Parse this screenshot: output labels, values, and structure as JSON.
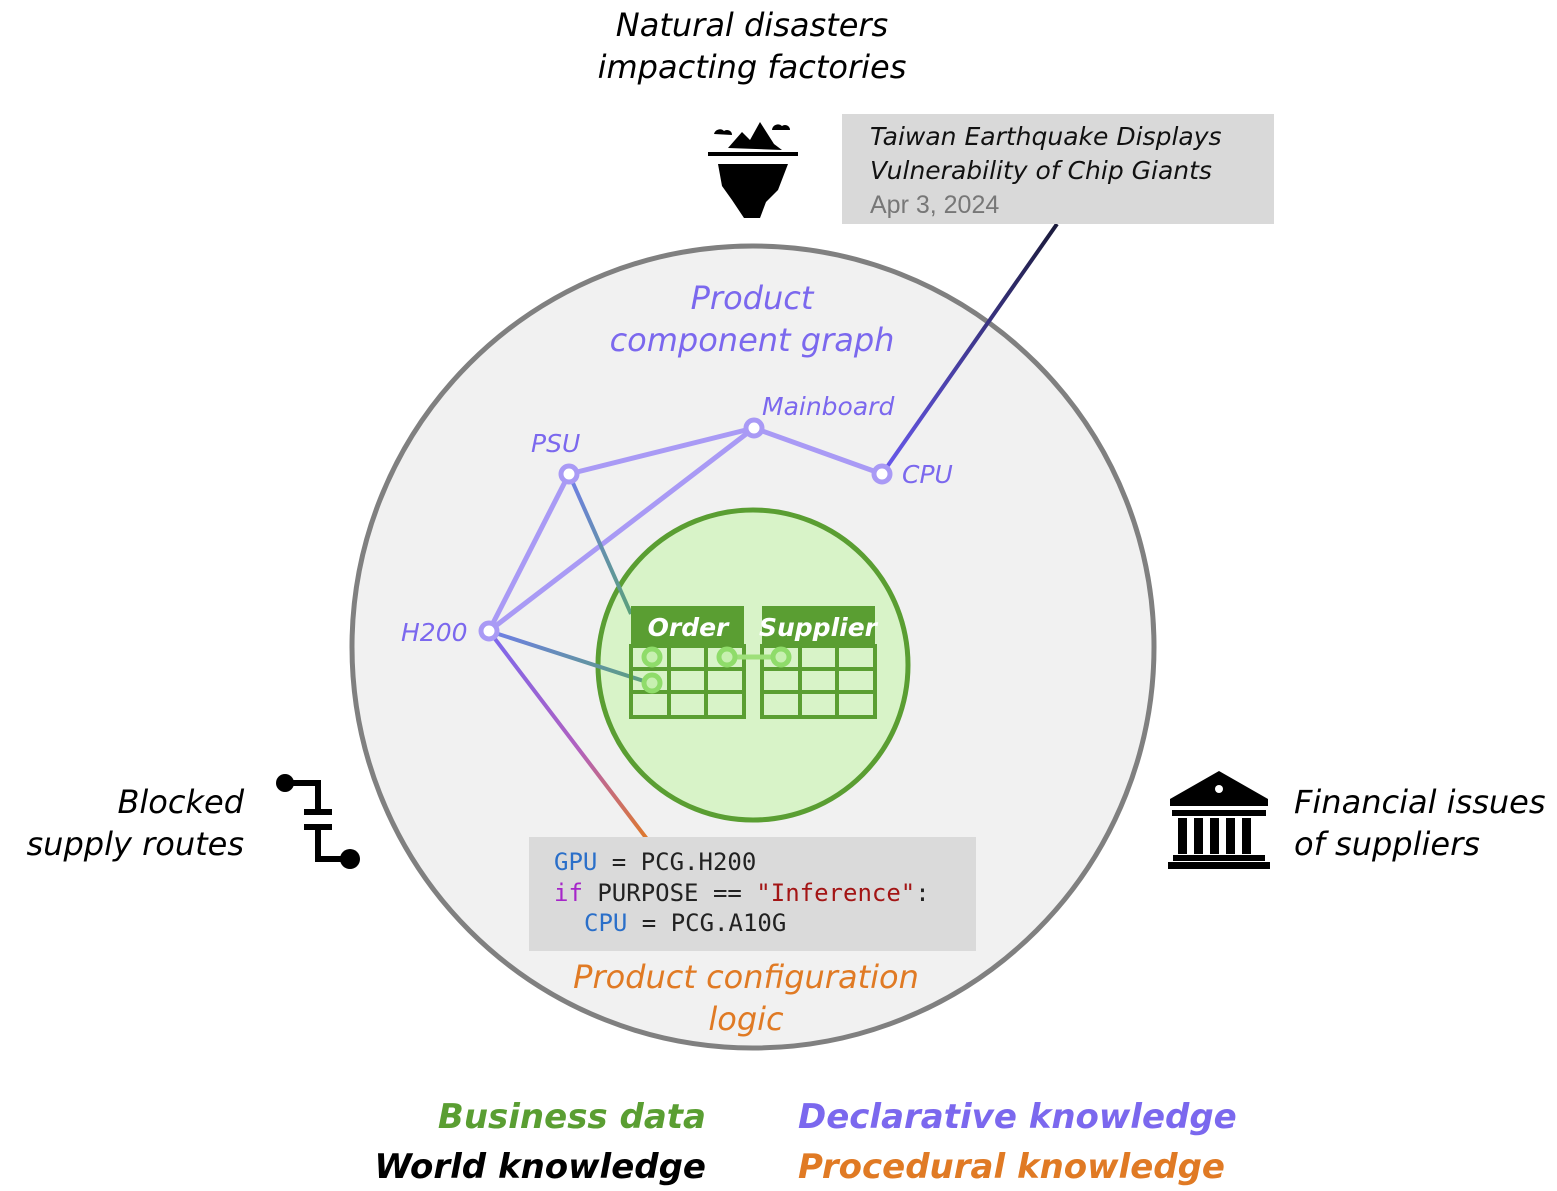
{
  "colors": {
    "declarative": "#7b68ee",
    "business": "#5a9e32",
    "procedural": "#e07a24",
    "world": "#000000",
    "outer_fill": "#f1f1f1",
    "outer_stroke": "#808080",
    "inner_fill": "#d8f3c8",
    "code_bg": "#dadada",
    "news_bg": "#d9d9d9"
  },
  "top_label": {
    "line1": "Natural disasters",
    "line2": "impacting factories",
    "icon": "iceberg-icon"
  },
  "left_label": {
    "line1": "Blocked",
    "line2": "supply routes",
    "icon": "route-icon"
  },
  "right_label": {
    "line1": "Financial issues",
    "line2": "of suppliers",
    "icon": "bank-icon"
  },
  "news": {
    "line1": "Taiwan Earthquake Displays",
    "line2": "Vulnerability of Chip Giants",
    "date": "Apr 3, 2024"
  },
  "graph": {
    "title_line1": "Product",
    "title_line2": "component graph",
    "nodes": {
      "psu": "PSU",
      "mainboard": "Mainboard",
      "cpu": "CPU",
      "h200": "H200"
    }
  },
  "tables": {
    "order": "Order",
    "supplier": "Supplier"
  },
  "code": {
    "l1_var": "GPU",
    "l1_rest": " = PCG.H200",
    "l2_kw": "if",
    "l2_mid": " PURPOSE == ",
    "l2_str": "\"Inference\"",
    "l2_end": ":",
    "l3_var": "CPU",
    "l3_rest": " = PCG.A10G"
  },
  "procedural_title": {
    "line1": "Product configuration",
    "line2": "logic"
  },
  "legend": {
    "business": "Business data",
    "declarative": "Declarative knowledge",
    "world": "World knowledge",
    "procedural": "Procedural knowledge"
  }
}
